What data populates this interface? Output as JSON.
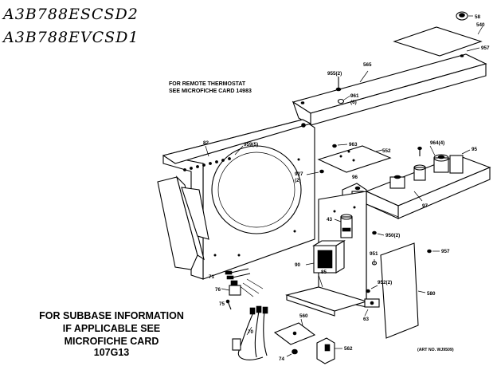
{
  "model_numbers": [
    "A3B788ESCSD2",
    "A3B788EVCSD1"
  ],
  "remote_note": [
    "FOR REMOTE THERMOSTAT",
    "SEE MICROFICHE CARD 14983"
  ],
  "subbase_note": [
    "FOR SUBBASE INFORMATION",
    "IF APPLICABLE SEE",
    "MICROFICHE CARD",
    "107G13"
  ],
  "art_number": "(ART NO. WJ9509)",
  "part_labels": {
    "p58": "58",
    "p540": "540",
    "p957a": "957",
    "p565": "565",
    "p955": "955(2)",
    "p961": "961",
    "p961b": "(6)",
    "p82": "82",
    "p959": "959(5)",
    "p963": "963",
    "p552": "552",
    "p964": "964(4)",
    "p95": "95",
    "p927": "927",
    "p927b": "(2)",
    "p96": "96",
    "p97": "97",
    "p43": "43",
    "p950": "950(2)",
    "p957b": "957",
    "p951": "951",
    "p90": "90",
    "p952": "952(2)",
    "p76": "76",
    "p75": "75",
    "p71": "71",
    "p85": "85",
    "p63": "63",
    "p580": "580",
    "p560": "560",
    "p70": "70",
    "p74": "74",
    "p562": "562"
  }
}
